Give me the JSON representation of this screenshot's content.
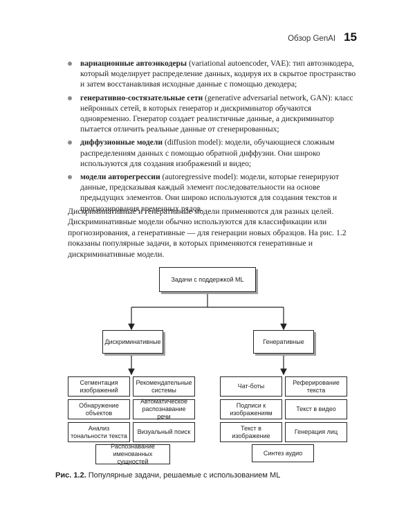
{
  "header": {
    "section_title": "Обзор GenAI",
    "page_number": "15"
  },
  "bullets": [
    {
      "term": "вариационные автоэнкодеры",
      "text": " (variational autoencoder, VAE): тип автоэнкодера, который моделирует распределение данных, кодируя их в скрытое пространство и затем восстанавливая исходные данные с помощью декодера;"
    },
    {
      "term": "генеративно-состязательные сети",
      "text": " (generative adversarial network, GAN): класс нейронных сетей, в которых генератор и дискриминатор обучаются одновременно. Генератор создает реалистичные данные, а дискриминатор пытается отличить реальные данные от сгенерированных;"
    },
    {
      "term": "диффузионные модели",
      "text": " (diffusion model): модели, обучающиеся сложным распределениям данных с помощью обратной диффузии. Они широко используются для создания изображений и видео;"
    },
    {
      "term": "модели авторегрессии",
      "text": " (autoregressive model): модели, которые генерируют данные, предсказывая каждый элемент последовательности на основе предыдущих элементов. Они широко используются для создания текстов и прогнозирования временных рядов."
    }
  ],
  "paragraph": "Дискриминативные и генеративные модели применяются для разных целей. Дискриминативные модели обычно используются для классификации или прогнозирования, а генеративные — для генерации новых образцов. На рис. 1.2 показаны популярные задачи, в которых применяются генеративные и дискриминативные модели.",
  "diagram": {
    "root": "Задачи с поддержкой ML",
    "discriminative": {
      "label": "Дискриминативные",
      "tasks": [
        "Сегментация изображений",
        "Рекомендательные системы",
        "Обнаружение объектов",
        "Автоматическое распознавание речи",
        "Анализ тональности текста",
        "Визуальный поиск",
        "Распознавание именованных сущностей"
      ]
    },
    "generative": {
      "label": "Генеративные",
      "tasks": [
        "Чат-боты",
        "Реферирование текста",
        "Подписи к изображениям",
        "Текст в видео",
        "Текст в изображение",
        "Генерация лиц",
        "Синтез аудио"
      ]
    }
  },
  "caption": {
    "label": "Рис. 1.2.",
    "text": " Популярные задачи, решаемые с использованием ML"
  }
}
